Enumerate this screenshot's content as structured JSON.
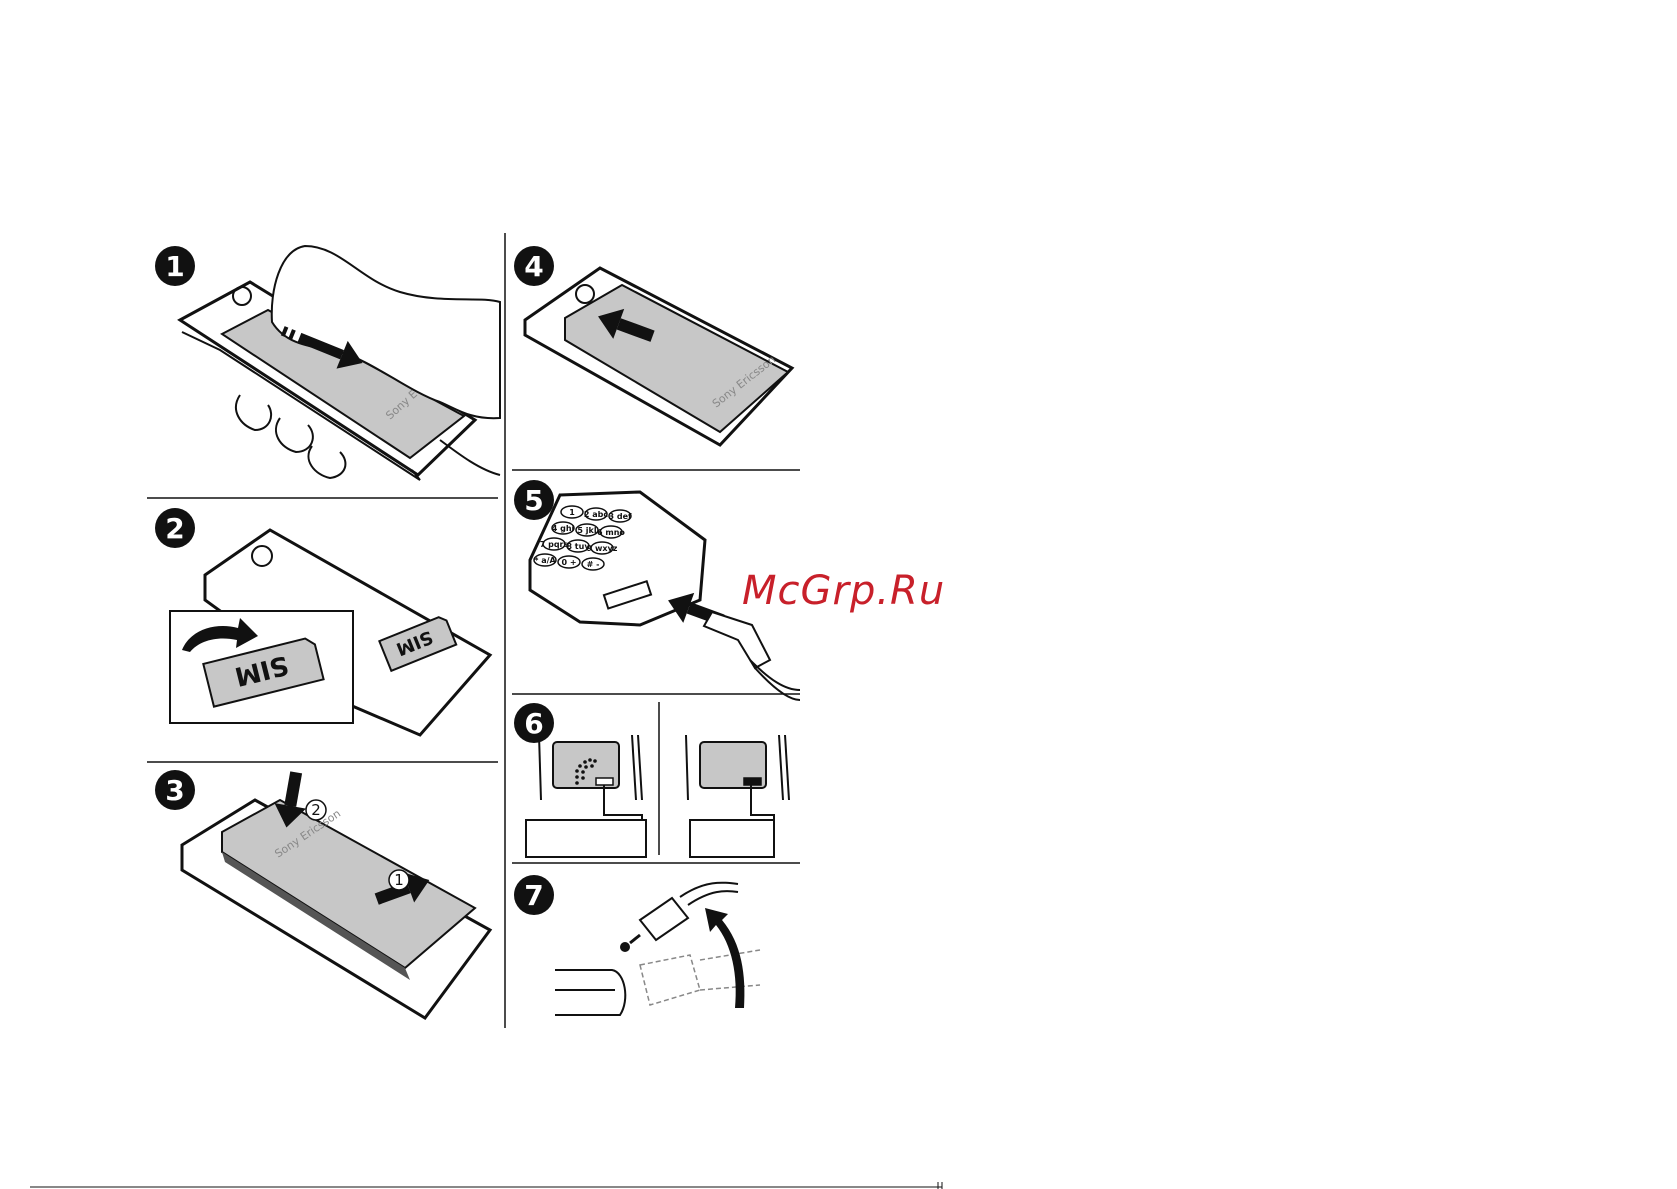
{
  "steps": [
    {
      "number": "1",
      "caption": ""
    },
    {
      "number": "2",
      "sim_labels": [
        "SIM",
        "SIM"
      ]
    },
    {
      "number": "3",
      "brand": "Sony Ericsson",
      "substeps": [
        "1",
        "2"
      ]
    },
    {
      "number": "4",
      "brand": "Sony Ericsson"
    },
    {
      "number": "5",
      "keypad": [
        "1",
        "2 abc",
        "3 def",
        "4 ghi",
        "5 jkl",
        "6 mno",
        "7 pqrs",
        "8 tuv",
        "9 wxyz",
        "* a/A",
        "0 +",
        "# -"
      ]
    },
    {
      "number": "6"
    },
    {
      "number": "7"
    }
  ],
  "brand_partial": "Sony E",
  "watermark": "McGrp.Ru",
  "colors": {
    "ink": "#111111",
    "cover": "#c7c7c7",
    "watermark": "#c8202a"
  },
  "icons": [
    "arrow-icon",
    "number-badge-icon"
  ]
}
